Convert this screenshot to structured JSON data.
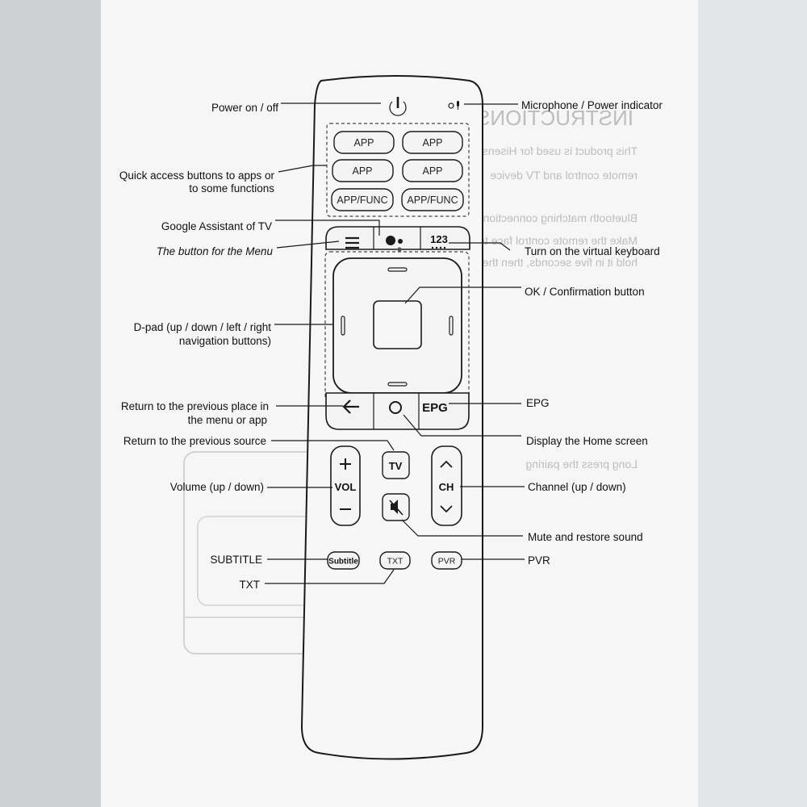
{
  "labels": {
    "power": "Power on / off",
    "microphone": "Microphone / Power indicator",
    "quick_1": "Quick access buttons to apps or",
    "quick_2": "to some functions",
    "google": "Google Assistant of TV",
    "menu": "The button for the Menu",
    "keyboard": "Turn on the virtual keyboard",
    "ok": "OK / Confirmation button",
    "dpad_1": "D-pad (up / down / left / right",
    "dpad_2": "navigation buttons)",
    "back_1": "Return to the previous place in",
    "back_2": "the menu or app",
    "epg": "EPG",
    "home": "Display the Home screen",
    "source": "Return to the previous source",
    "volume": "Volume (up / down)",
    "channel": "Channel (up / down)",
    "mute": "Mute and restore sound",
    "subtitle": "SUBTITLE",
    "pvr": "PVR",
    "txt": "TXT"
  },
  "buttons": {
    "app1": "APP",
    "app2": "APP",
    "app3": "APP",
    "app4": "APP",
    "appfunc1": "APP/FUNC",
    "appfunc2": "APP/FUNC",
    "keyboard": "123",
    "epg": "EPG",
    "tv": "TV",
    "vol": "VOL",
    "ch": "CH",
    "subtitle": "Subtitle",
    "txt": "TXT",
    "pvr": "PVR"
  },
  "background_text": {
    "heading": "INSTRUCTIONS:",
    "line1": "This product is used for Hisense TV based bluetooth pairing for",
    "line2": "remote control and TV device",
    "line3": "Bluetooth matching connection:",
    "line4": "Make the remote control face to the TV, press the MENU key and",
    "line5": "hold it in five seconds, then the TV speakers beep sound, start",
    "line6": "Long press the pairing"
  },
  "colors": {
    "ink": "#1a1a1a",
    "paper": "#f6f6f7",
    "bleed": "#b7b7b7"
  }
}
